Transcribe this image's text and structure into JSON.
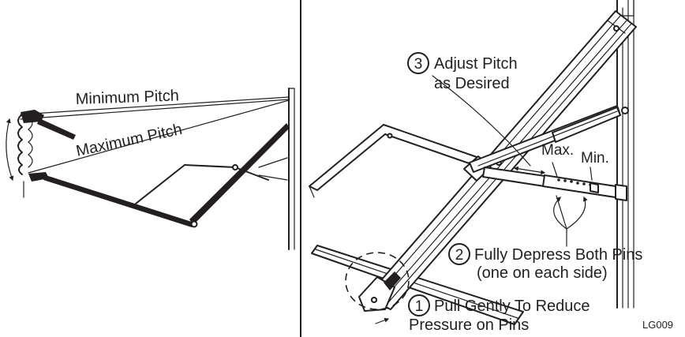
{
  "diagram_data": {
    "left_panel": {
      "minimum_pitch_label": "Minimum Pitch",
      "maximum_pitch_label": "Maximum Pitch"
    },
    "right_panel": {
      "steps": [
        {
          "number": "3",
          "line1": "Adjust Pitch",
          "line2": "as Desired"
        },
        {
          "number": "2",
          "line1": "Fully Depress Both Pins",
          "line2": "(one on each side)"
        },
        {
          "number": "1",
          "line1": "Pull Gently To Reduce",
          "line2": "Pressure on Pins"
        }
      ],
      "max_label": "Max.",
      "min_label": "Min."
    },
    "figure_code": "LG009"
  }
}
